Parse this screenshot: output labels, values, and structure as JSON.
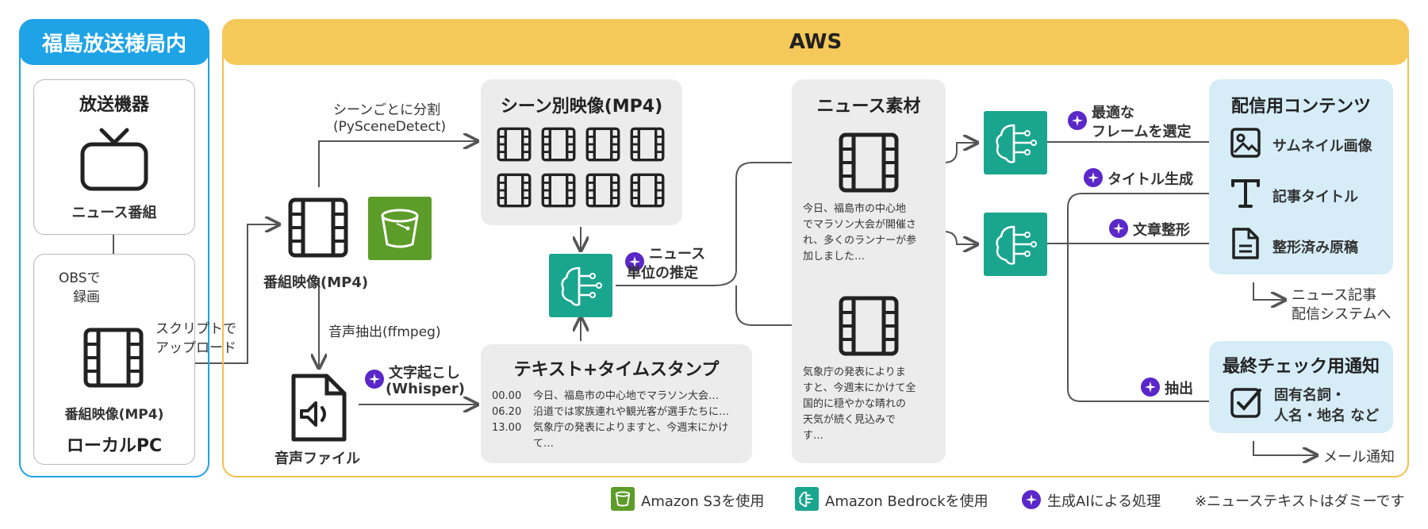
{
  "onprem": {
    "title": "福島放送様局内",
    "broadcast_box_title": "放送機器",
    "tv_label": "ニュース番組",
    "obs_label_1": "OBSで",
    "obs_label_2": "録画",
    "local_video_label": "番組映像(MP4)",
    "local_pc_title": "ローカルPC",
    "upload_label_1": "スクリプトで",
    "upload_label_2": "アップロード"
  },
  "aws": {
    "title": "AWS",
    "program_video_label": "番組映像(MP4)",
    "scene_split_1": "シーンごとに分割",
    "scene_split_2": "(PySceneDetect)",
    "scene_box_title": "シーン別映像(MP4)",
    "audio_extract": "音声抽出(ffmpeg)",
    "audio_file_label": "音声ファイル",
    "transcribe_1": "文字起こし",
    "transcribe_2": "(Whisper)",
    "text_box_title": "テキスト+タイムスタンプ",
    "transcript": [
      {
        "time": "00.00",
        "text": "今日、福島市の中心地でマラソン大会…"
      },
      {
        "time": "06.20",
        "text": "沿道では家族連れや観光客が選手たちに…"
      },
      {
        "time": "13.00",
        "text": "気象庁の発表によりますと、今週末にかけ"
      },
      {
        "time": "",
        "text": "て…"
      }
    ],
    "news_estimate_1": "ニュース",
    "news_estimate_2": "単位の推定",
    "news_box_title": "ニュース素材",
    "news1_text": [
      "今日、福島市の中心地",
      "でマラソン大会が開催さ",
      "れ、多くのランナーが参",
      "加しました…"
    ],
    "news2_text": [
      "気象庁の発表によりま",
      "すと、今週末にかけて全",
      "国的に穏やかな晴れの",
      "天気が続く見込みで",
      "す…"
    ],
    "select_frame_1": "最適な",
    "select_frame_2": "フレームを選定",
    "title_gen": "タイトル生成",
    "text_format": "文章整形",
    "extract": "抽出",
    "content_box_title": "配信用コンテンツ",
    "content_items": [
      {
        "label": "サムネイル画像",
        "icon": "image-icon"
      },
      {
        "label": "記事タイトル",
        "icon": "text-icon"
      },
      {
        "label": "整形済み原稿",
        "icon": "document-icon"
      }
    ],
    "delivery_1": "ニュース記事",
    "delivery_2": "配信システムへ",
    "check_box_title": "最終チェック用通知",
    "check_item_1": "固有名詞・",
    "check_item_2": "人名・地名 など",
    "mail_notify": "メール通知"
  },
  "legend": {
    "s3": "Amazon S3を使用",
    "bedrock": "Amazon Bedrockを使用",
    "genai": "生成AIによる処理",
    "note": "※ニューステキストはダミーです"
  },
  "colors": {
    "onprem": "#1ea3e6",
    "aws": "#f5c85a",
    "bedrock": "#1aa58e",
    "s3": "#5c9c28",
    "genai": "#5a27c8",
    "content_bg": "#d6edf8",
    "gray_box": "#ececec"
  }
}
